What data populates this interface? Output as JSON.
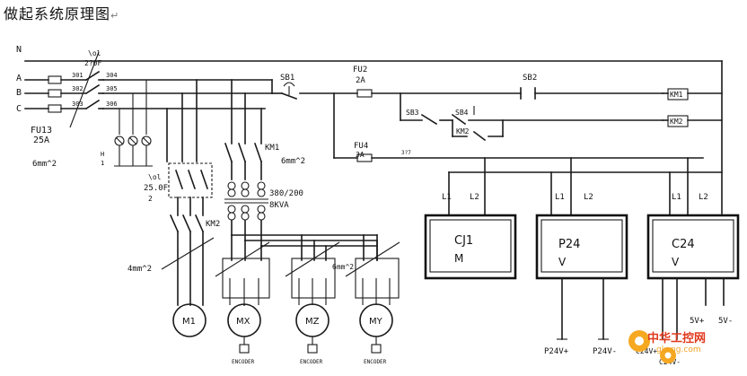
{
  "title": "做起系统原理图",
  "title_mark": "↵",
  "bus_labels": [
    "N",
    "A",
    "B",
    "C"
  ],
  "breaker_main": {
    "label": "\\ol",
    "value": "2?0F"
  },
  "fuse_main": {
    "label": "FU13",
    "rating": "25A"
  },
  "wire_main": "6mm^2",
  "wire_nums": {
    "a1": "301",
    "b1": "302",
    "c1": "303",
    "a2": "304",
    "b2": "305",
    "c2": "306",
    "w3": "3?7"
  },
  "sb1": "SB1",
  "fu2": {
    "label": "FU2",
    "rating": "2A"
  },
  "sb2": "SB2",
  "sb3": "SB3",
  "sb4": "SB4",
  "km2_coil": "KM2",
  "fu4": {
    "label": "FU4",
    "rating": "3A"
  },
  "km1_coil": "KM1",
  "km2_box": "KM2",
  "km1_tag": "KM1",
  "breaker2": {
    "label": "\\ol",
    "value": "25.0F",
    "num": "2"
  },
  "transformer": {
    "ratio": "380/200",
    "power": "8KVA"
  },
  "wire_motors": "6mm^2",
  "wire_left": "4mm^2",
  "wire_right": "6mm^2",
  "h_labels": [
    "H",
    "1"
  ],
  "boxes": [
    {
      "name": "CJ1",
      "sub": "M",
      "terms": [
        "L1",
        "L2"
      ]
    },
    {
      "name": "P24",
      "sub": "V",
      "terms": [
        "L1",
        "L2"
      ]
    },
    {
      "name": "C24",
      "sub": "V",
      "terms": [
        "L1",
        "L2"
      ]
    }
  ],
  "outputs": {
    "p24_neg": "P24V+",
    "p24_pos": "P24V-",
    "c24_a": "C24V+",
    "c24_b": "C24V-",
    "v5p": "5V+",
    "v5m": "5V-"
  },
  "motors": [
    {
      "name": "M1"
    },
    {
      "name": "MX"
    },
    {
      "name": "MZ"
    },
    {
      "name": "MY"
    }
  ],
  "encoders": [
    "ENCODER",
    "ENCODER",
    "ENCODER"
  ],
  "watermark": {
    "text": "中华工控网",
    "domain": "gkong.com"
  }
}
